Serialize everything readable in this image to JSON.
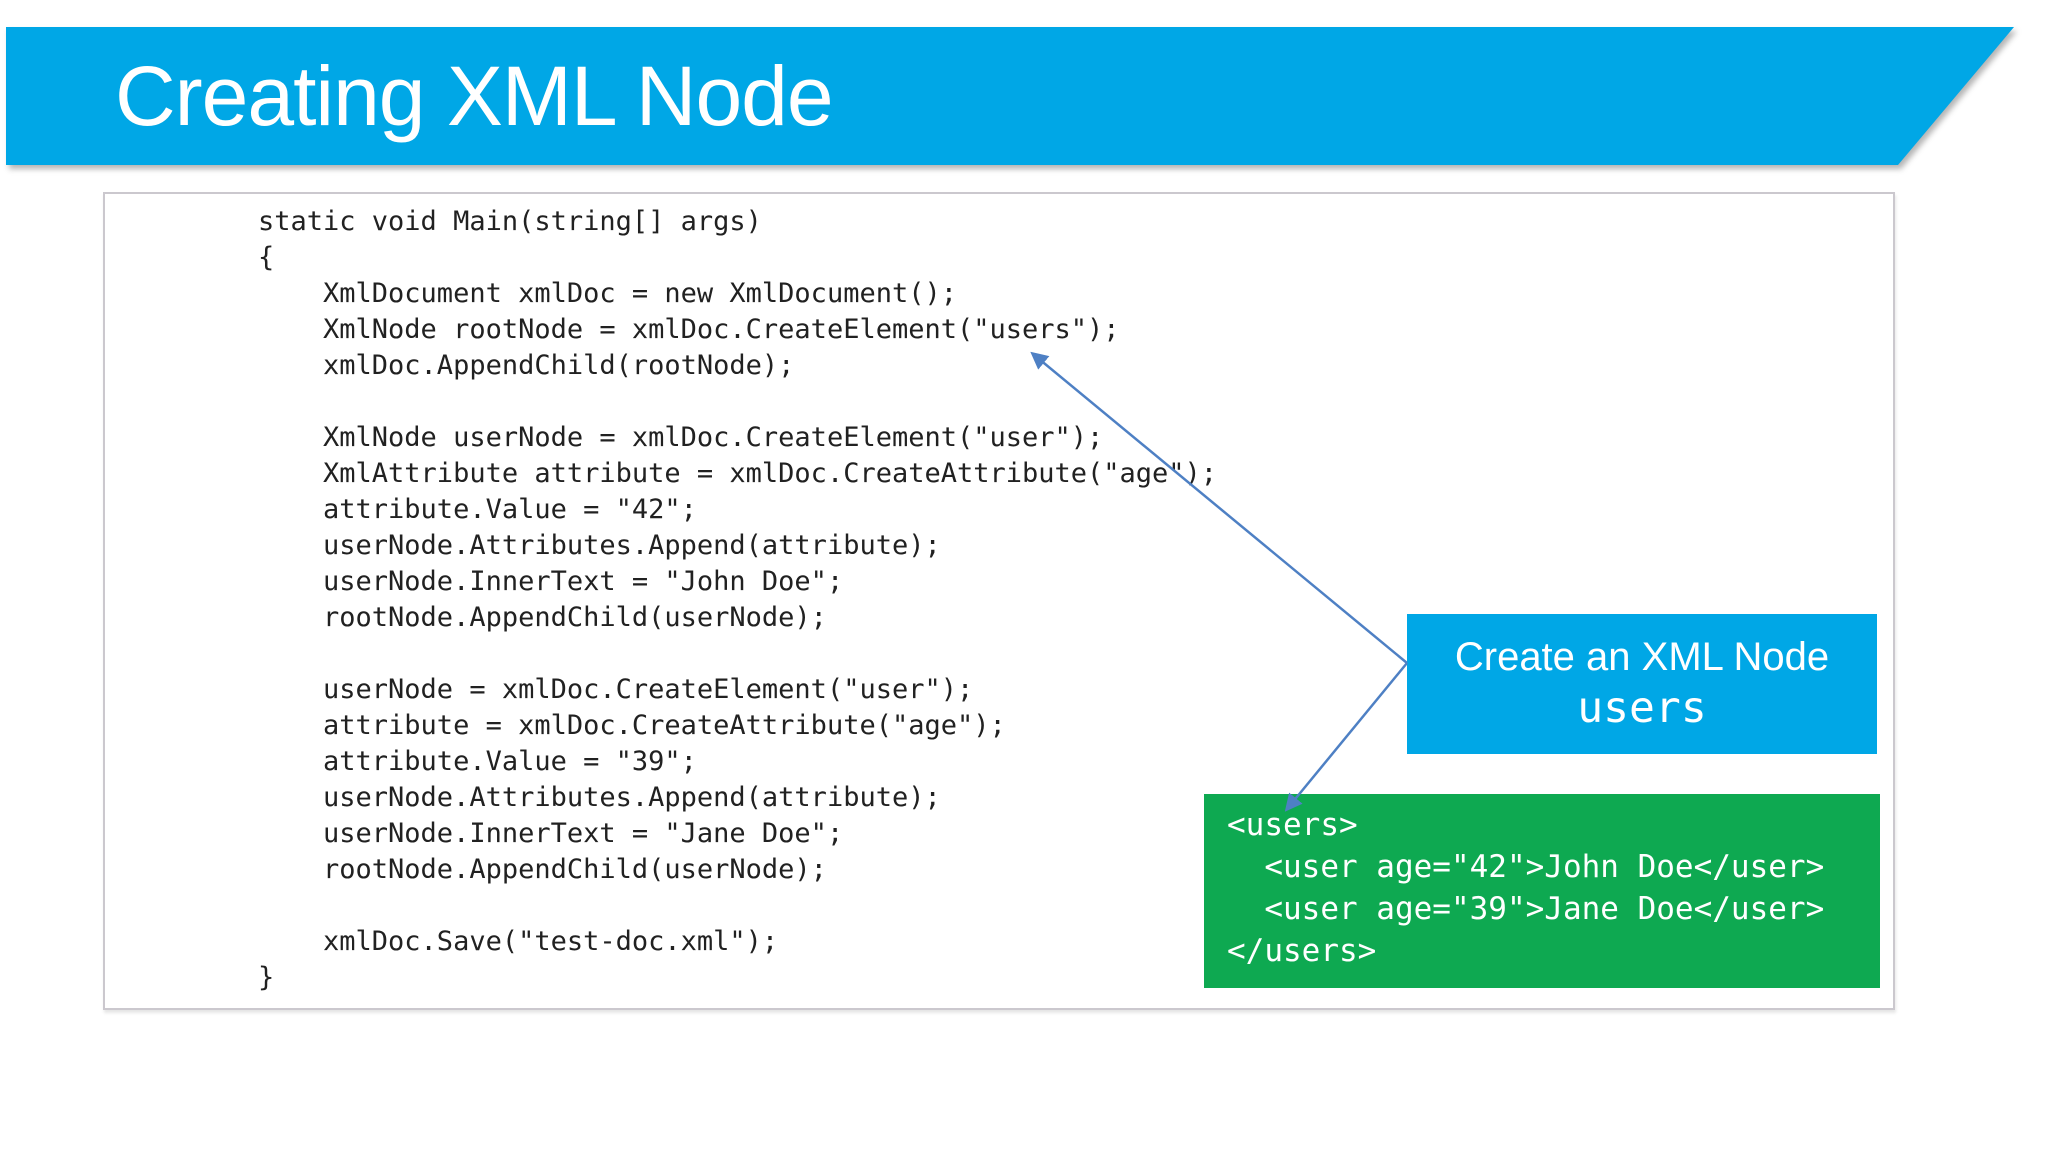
{
  "slide": {
    "title": "Creating XML Node"
  },
  "code_panel": {
    "lines": [
      "static void Main(string[] args)",
      "{",
      "    XmlDocument xmlDoc = new XmlDocument();",
      "    XmlNode rootNode = xmlDoc.CreateElement(\"users\");",
      "    xmlDoc.AppendChild(rootNode);",
      "",
      "    XmlNode userNode = xmlDoc.CreateElement(\"user\");",
      "    XmlAttribute attribute = xmlDoc.CreateAttribute(\"age\");",
      "    attribute.Value = \"42\";",
      "    userNode.Attributes.Append(attribute);",
      "    userNode.InnerText = \"John Doe\";",
      "    rootNode.AppendChild(userNode);",
      "",
      "    userNode = xmlDoc.CreateElement(\"user\");",
      "    attribute = xmlDoc.CreateAttribute(\"age\");",
      "    attribute.Value = \"39\";",
      "    userNode.Attributes.Append(attribute);",
      "    userNode.InnerText = \"Jane Doe\";",
      "    rootNode.AppendChild(userNode);",
      "",
      "    xmlDoc.Save(\"test-doc.xml\");",
      "}"
    ]
  },
  "callout": {
    "line1": "Create an XML Node",
    "line2": "users"
  },
  "xml_output": {
    "lines": [
      "<users>",
      "  <user age=\"42\">John Doe</user>",
      "  <user age=\"39\">Jane Doe</user>",
      "</users>"
    ]
  },
  "colors": {
    "banner_blue": "#00A7E6",
    "callout_blue": "#00A7E6",
    "output_green": "#0EA951",
    "arrow_blue": "#4E80C4",
    "code_text": "#212121",
    "panel_border": "#CBC8CE"
  }
}
